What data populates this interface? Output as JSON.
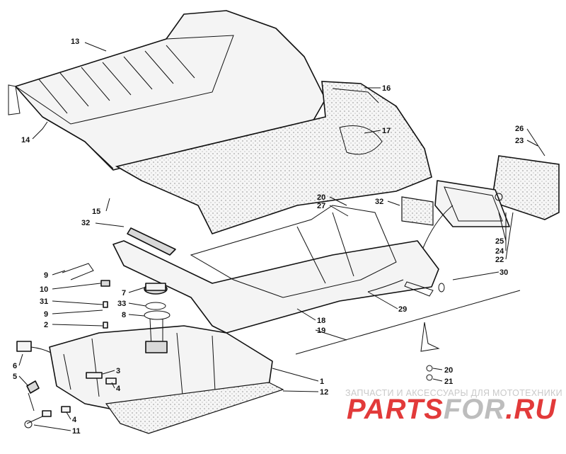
{
  "watermark": {
    "caption": "ЗАПЧАСТИ И АКСЕССУАРЫ ДЛЯ МОТОТЕХНИКИ",
    "logo_part1": "PARTS",
    "logo_part2": "FOR",
    "logo_part3": ".RU",
    "colors": {
      "red": "#e23a3a",
      "grey": "#bdbdbd"
    }
  },
  "callouts": [
    {
      "id": "13",
      "label": "13"
    },
    {
      "id": "16",
      "label": "16"
    },
    {
      "id": "14",
      "label": "14"
    },
    {
      "id": "17",
      "label": "17"
    },
    {
      "id": "26",
      "label": "26"
    },
    {
      "id": "23",
      "label": "23"
    },
    {
      "id": "15",
      "label": "15"
    },
    {
      "id": "32a",
      "label": "32"
    },
    {
      "id": "20a",
      "label": "20"
    },
    {
      "id": "27",
      "label": "27"
    },
    {
      "id": "32b",
      "label": "32"
    },
    {
      "id": "25",
      "label": "25"
    },
    {
      "id": "24",
      "label": "24"
    },
    {
      "id": "22",
      "label": "22"
    },
    {
      "id": "9a",
      "label": "9"
    },
    {
      "id": "10",
      "label": "10"
    },
    {
      "id": "31",
      "label": "31"
    },
    {
      "id": "9b",
      "label": "9"
    },
    {
      "id": "2",
      "label": "2"
    },
    {
      "id": "7",
      "label": "7"
    },
    {
      "id": "33",
      "label": "33"
    },
    {
      "id": "8",
      "label": "8"
    },
    {
      "id": "30",
      "label": "30"
    },
    {
      "id": "29",
      "label": "29"
    },
    {
      "id": "18",
      "label": "18"
    },
    {
      "id": "19",
      "label": "19"
    },
    {
      "id": "6",
      "label": "6"
    },
    {
      "id": "5",
      "label": "5"
    },
    {
      "id": "3",
      "label": "3"
    },
    {
      "id": "4a",
      "label": "4"
    },
    {
      "id": "1",
      "label": "1"
    },
    {
      "id": "12",
      "label": "12"
    },
    {
      "id": "20b",
      "label": "20"
    },
    {
      "id": "21",
      "label": "21"
    },
    {
      "id": "4b",
      "label": "4"
    },
    {
      "id": "11",
      "label": "11"
    }
  ]
}
